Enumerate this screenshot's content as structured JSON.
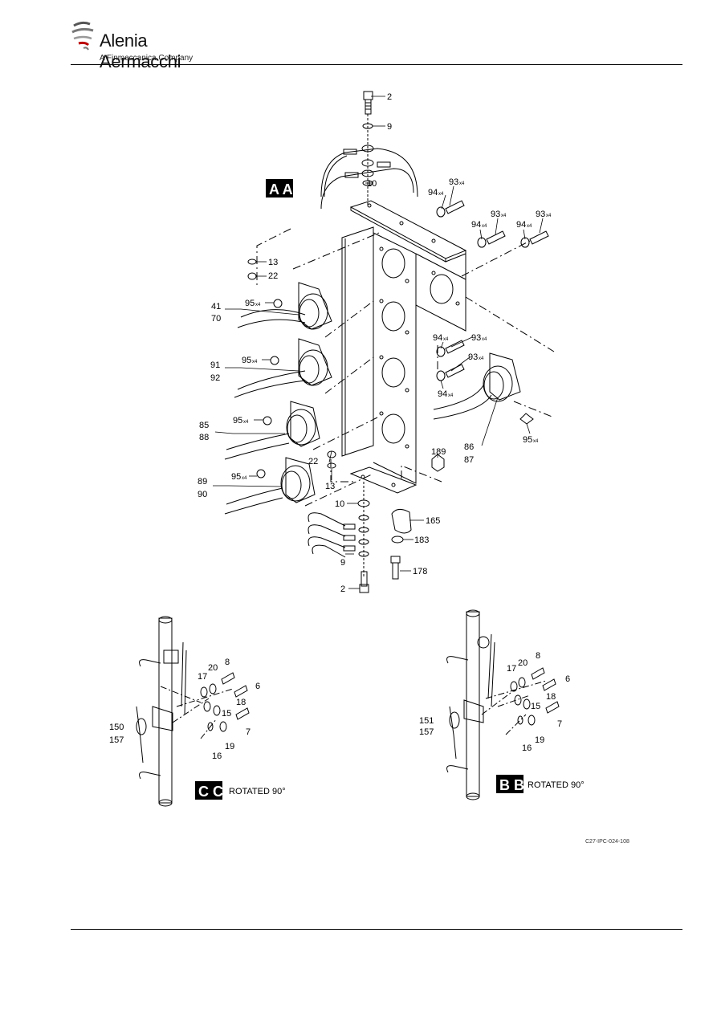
{
  "header": {
    "company_name": "Alenia Aermacchi",
    "company_subtitle": "A Finmeccanica Company"
  },
  "figure_id": "C27-IPC-024-108",
  "views": {
    "aa": {
      "tag": "A A"
    },
    "bb": {
      "tag": "B B",
      "caption": "ROTATED 90°"
    },
    "cc": {
      "tag": "C C",
      "caption": "ROTATED 90°"
    }
  },
  "callouts": {
    "c2_top": "2",
    "c9_top": "9",
    "c10_top": "10",
    "c93_a": "93",
    "c94_a": "94",
    "c93_b": "93",
    "c94_b": "94",
    "c93_c": "93",
    "c94_c": "94",
    "c13_l": "13",
    "c22_l": "22",
    "c95_1": "95",
    "c41": "41",
    "c70": "70",
    "c95_2": "95",
    "c91": "91",
    "c92": "92",
    "c95_3": "95",
    "c85": "85",
    "c88": "88",
    "c95_4": "95",
    "c89": "89",
    "c90": "90",
    "c94_d": "94",
    "c93_d": "93",
    "c93_e": "93",
    "c94_e": "94",
    "c95_5": "95",
    "c86": "86",
    "c87": "87",
    "c22_m": "22",
    "c13_m": "13",
    "c189": "189",
    "c10_bot": "10",
    "c165": "165",
    "c183": "183",
    "c9_bot": "9",
    "c178": "178",
    "c2_bot": "2",
    "cc_8": "8",
    "cc_20": "20",
    "cc_17": "17",
    "cc_6": "6",
    "cc_18": "18",
    "cc_15": "15",
    "cc_150": "150",
    "cc_157": "157",
    "cc_7": "7",
    "cc_19": "19",
    "cc_16": "16",
    "bb_8": "8",
    "bb_20": "20",
    "bb_17": "17",
    "bb_6": "6",
    "bb_18": "18",
    "bb_15": "15",
    "bb_151": "151",
    "bb_157": "157",
    "bb_7": "7",
    "bb_19": "19",
    "bb_16": "16"
  },
  "qty_suffix": "x4"
}
